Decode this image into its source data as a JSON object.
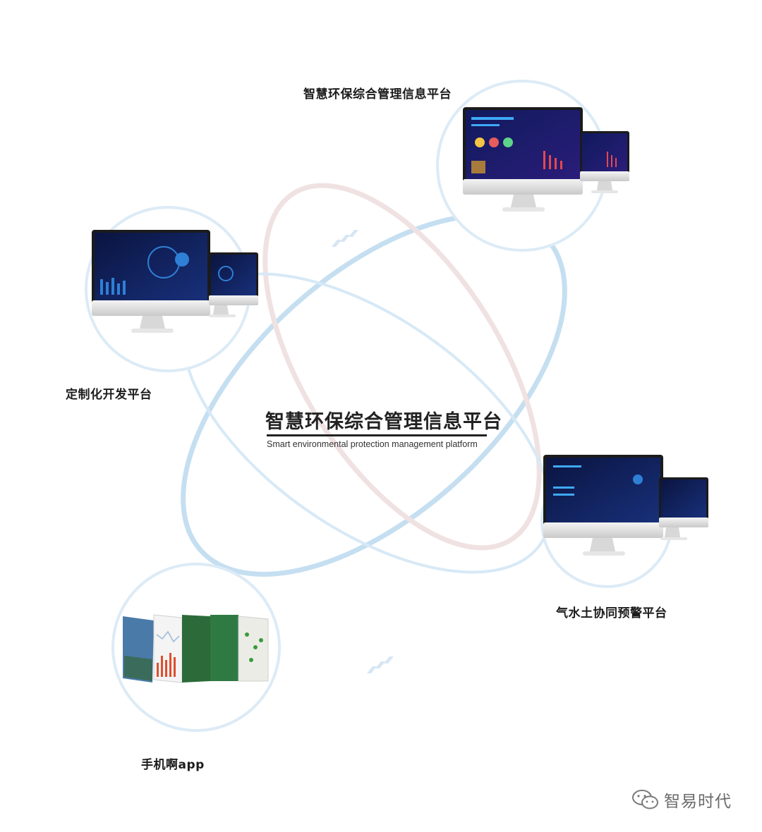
{
  "center": {
    "title": "智慧环保综合管理信息平台",
    "subtitle": "Smart environmental protection management platform"
  },
  "nodes": [
    {
      "id": "smart-env-platform",
      "label": "智慧环保综合管理信息平台",
      "device": "desktop-dual-monitor"
    },
    {
      "id": "custom-dev-platform",
      "label": "定制化开发平台",
      "device": "desktop-dual-monitor"
    },
    {
      "id": "air-water-soil-warning",
      "label": "气水土协同预警平台",
      "device": "desktop-dual-monitor"
    },
    {
      "id": "mobile-app",
      "label": "手机啊app",
      "device": "phone-screens"
    }
  ],
  "watermark": {
    "text": "智易时代",
    "icon": "wechat-icon"
  },
  "colors": {
    "ring_blue": "#bfdcef",
    "ring_pink": "#efdede",
    "screen_bg": "#0c1a4a",
    "screen_accent": "#2f7fd6",
    "text_dark": "#1c1c1c"
  }
}
